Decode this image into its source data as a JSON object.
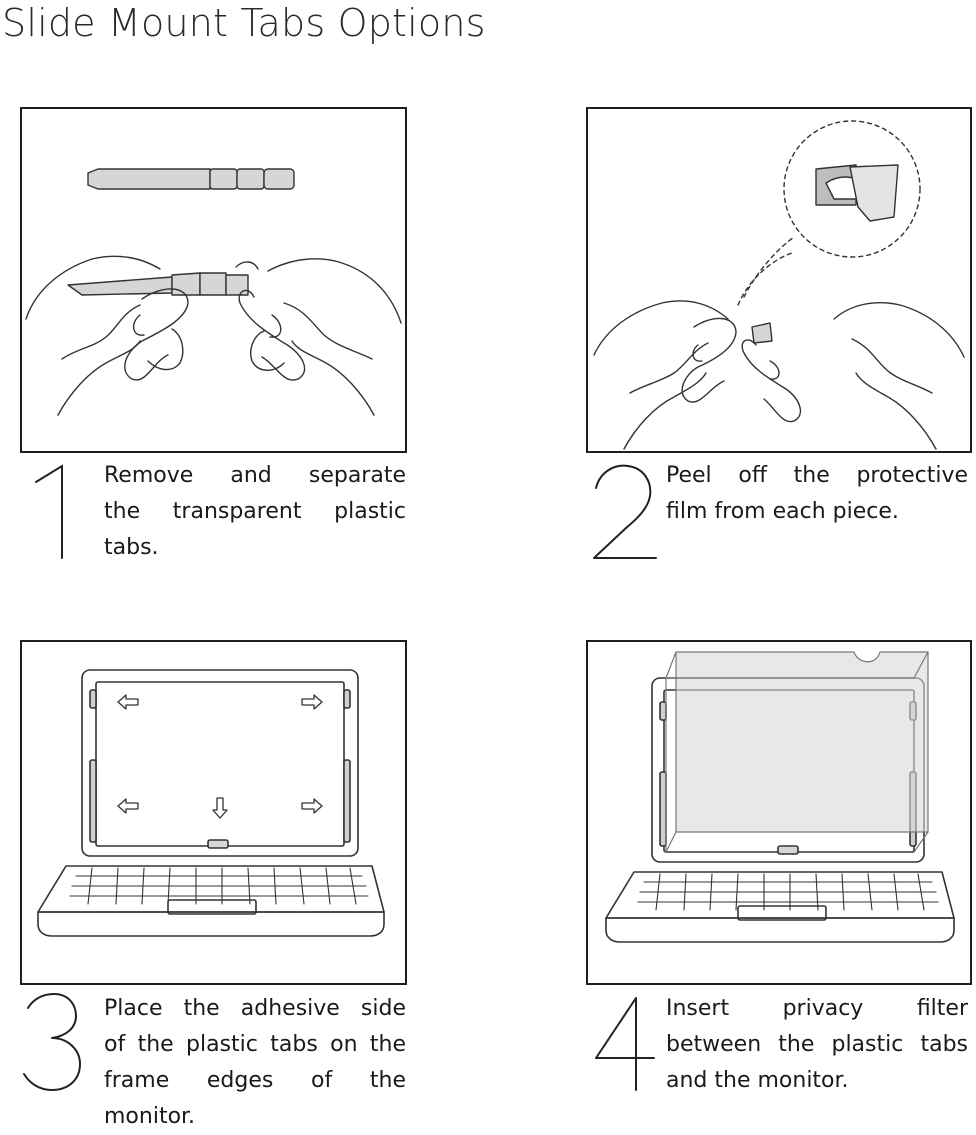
{
  "title": "Slide Mount Tabs Options",
  "steps": [
    {
      "number": "1",
      "lines": [
        "Remove and separate",
        "the transparent plastic",
        "tabs."
      ]
    },
    {
      "number": "2",
      "lines": [
        "Peel off the protective",
        "film from each piece."
      ]
    },
    {
      "number": "3",
      "lines": [
        "Place the adhesive side",
        "of the plastic tabs on the",
        "frame edges of the",
        "monitor."
      ]
    },
    {
      "number": "4",
      "lines": [
        "Insert privacy filter",
        "between the plastic tabs",
        "and the monitor."
      ]
    }
  ]
}
